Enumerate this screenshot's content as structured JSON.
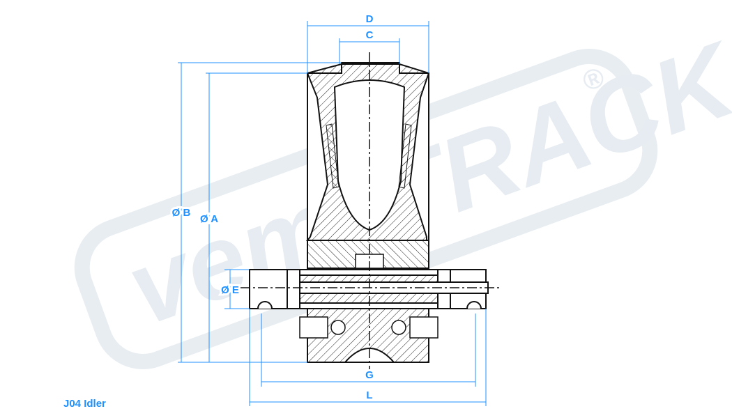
{
  "title": "J04 Idler",
  "watermark": {
    "brand_a": "vema",
    "brand_b": "TRACK",
    "mark": "®"
  },
  "dimensions": {
    "D": "D",
    "C": "C",
    "B": "Ø B",
    "A": "Ø A",
    "E": "Ø E",
    "G": "G",
    "L": "L"
  },
  "colors": {
    "dimension": "#1e90ff",
    "watermark": "#e6ecf1",
    "line": "#111111"
  }
}
